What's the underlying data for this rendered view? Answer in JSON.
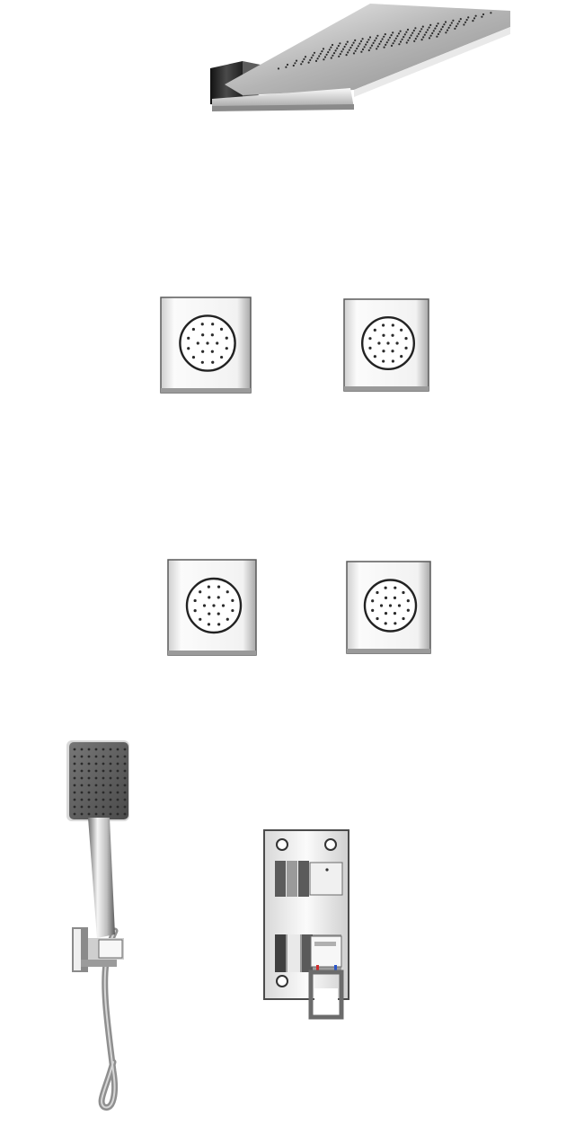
{
  "scene": {
    "components": [
      {
        "id": "rain-head",
        "icon": "rain-shower-head-icon"
      },
      {
        "id": "body-jet-1",
        "icon": "body-jet-icon"
      },
      {
        "id": "body-jet-2",
        "icon": "body-jet-icon"
      },
      {
        "id": "body-jet-3",
        "icon": "body-jet-icon"
      },
      {
        "id": "body-jet-4",
        "icon": "body-jet-icon"
      },
      {
        "id": "hand-shower",
        "icon": "hand-shower-icon"
      },
      {
        "id": "mixer-valve",
        "icon": "diverter-mixer-icon"
      }
    ],
    "colors": {
      "chrome_light": "#f4f4f4",
      "chrome_mid": "#b9b9b9",
      "chrome_dark": "#3a3a3a",
      "nozzle": "#2b2b2b",
      "hot_marker": "#d12b2b",
      "cold_marker": "#2b55c9"
    }
  }
}
